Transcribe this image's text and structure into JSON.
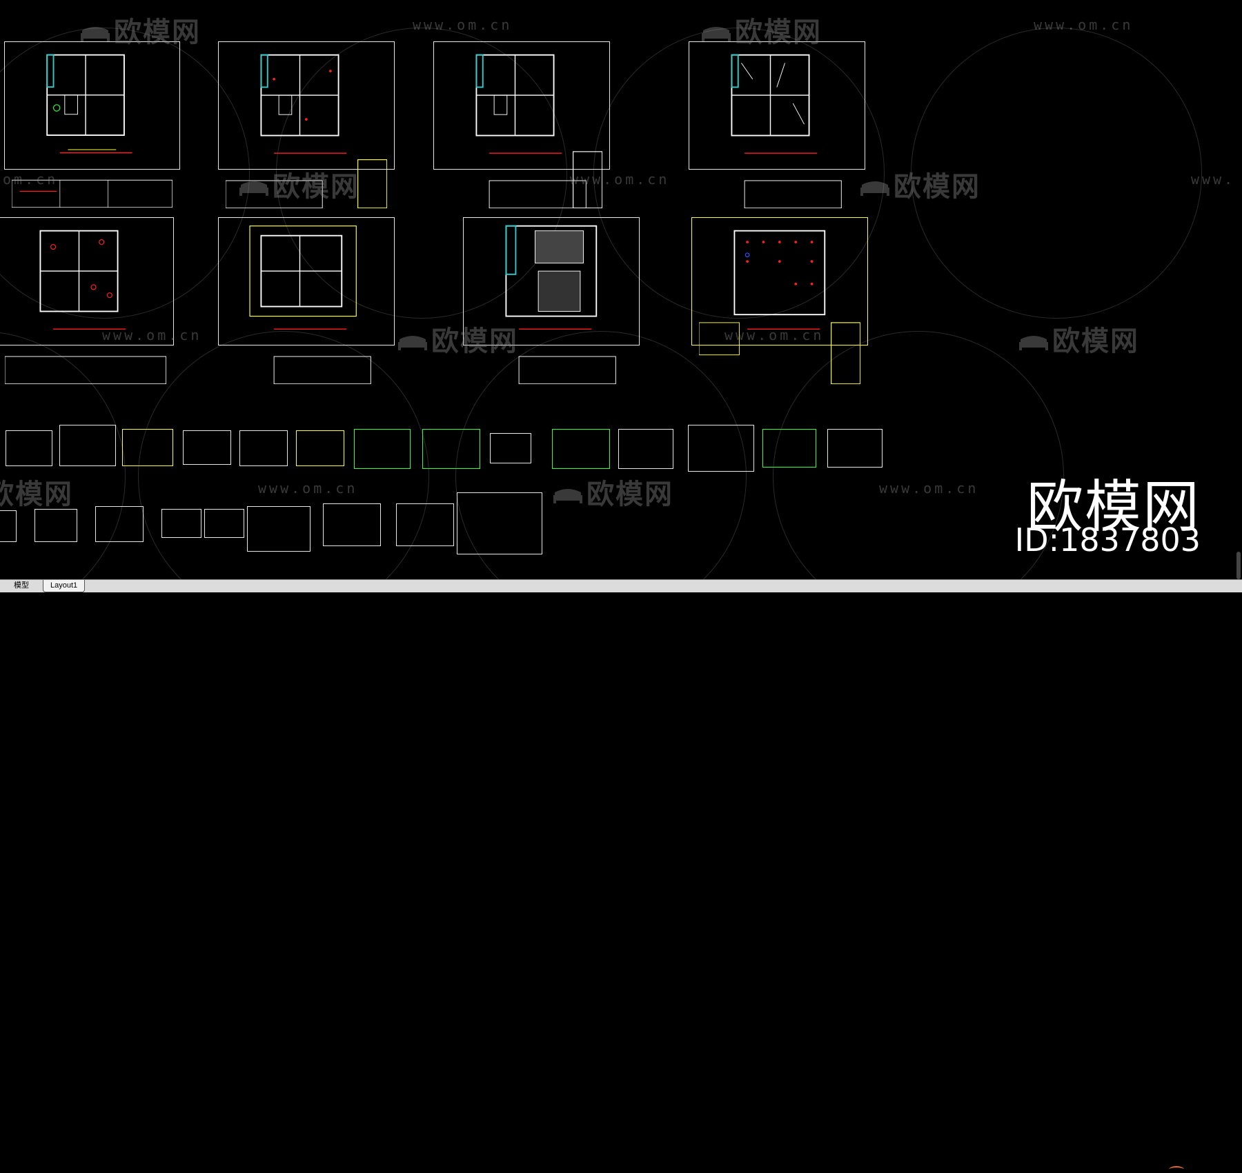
{
  "watermark": {
    "brand_cn": "欧模网",
    "url": "www.om.cn",
    "url_fragment_left": "om.cn",
    "url_fragment_right": "www."
  },
  "brand": {
    "logo_text": "欧模网",
    "id_label": "ID:1837803"
  },
  "tabs": [
    {
      "label": "模型"
    },
    {
      "label": "Layout1"
    }
  ],
  "colors": {
    "background": "#000000",
    "frame": "#e8e8e8",
    "cad_yellow": "#ffff33",
    "cad_red": "#ff2020",
    "cad_green": "#33ff33",
    "cad_cyan": "#33cccc",
    "cad_magenta": "#ff33ff",
    "tab_accent": "#e36b2b"
  },
  "icons": [
    "sofa-logo-icon"
  ]
}
